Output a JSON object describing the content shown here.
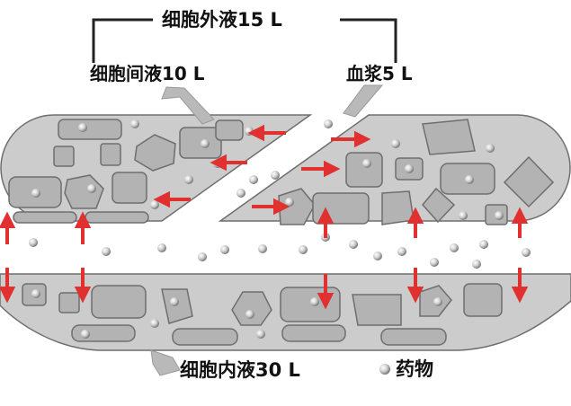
{
  "labels": {
    "ecf": "细胞外液15 L",
    "interstitial": "细胞间液10 L",
    "plasma": "血浆5 L",
    "icf": "细胞内液30 L",
    "drug": "药物"
  },
  "colors": {
    "compartment_fill": "#cccccc",
    "cell_fill": "#b3b3b3",
    "outline": "#6e6e6e",
    "arrow": "#e03030",
    "pointer": "#b9b9b9",
    "bracket": "#222222"
  }
}
